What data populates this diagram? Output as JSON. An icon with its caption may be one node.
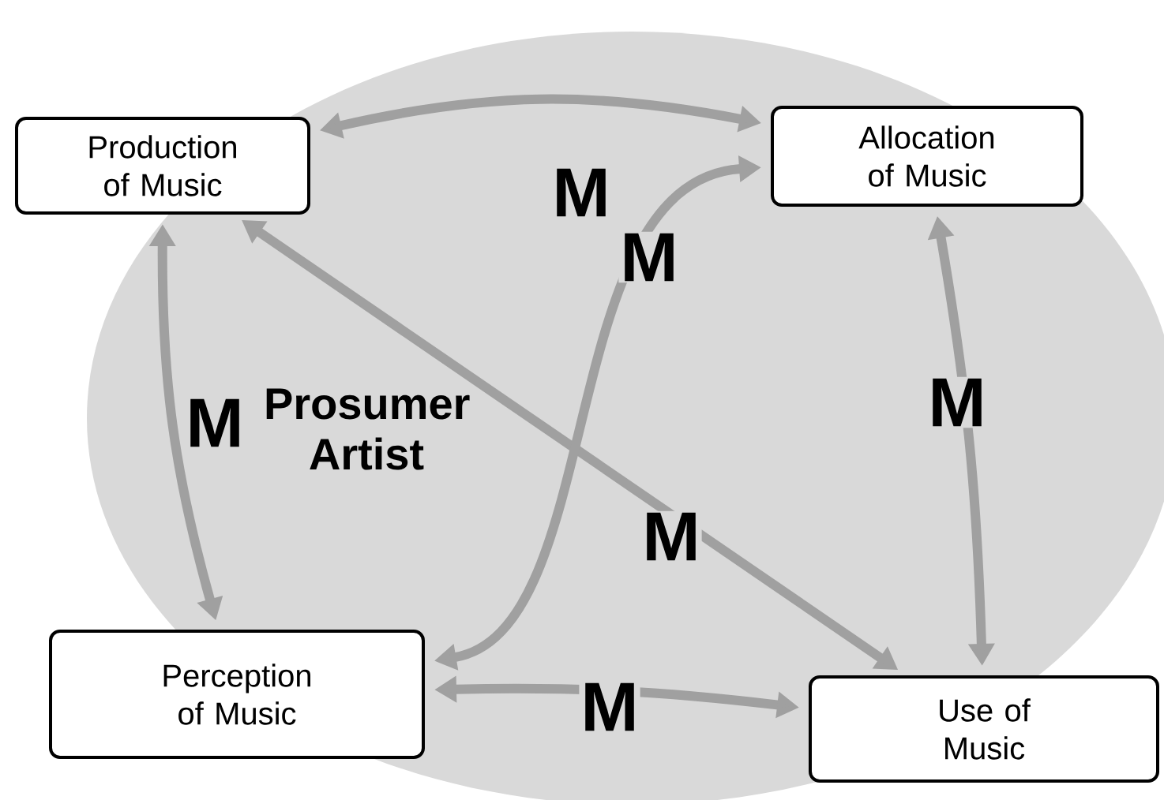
{
  "diagram": {
    "nodes": [
      {
        "text": [
          "Production of Music"
        ]
      },
      {
        "text": [
          "Allocation of Music"
        ]
      },
      {
        "text": [
          "Use of Music"
        ]
      },
      {
        "text": [
          "Perception of Music"
        ]
      },
      {
        "text": [
          "Prosumer Artist"
        ]
      }
    ],
    "edges": [
      {
        "from": 0,
        "to": 1,
        "arrow": "both",
        "label": "M"
      },
      {
        "from": 1,
        "to": 2,
        "arrow": "both",
        "label": "M"
      },
      {
        "from": 0,
        "to": 3,
        "arrow": "both",
        "label": "M"
      },
      {
        "from": 3,
        "to": 2,
        "arrow": "both",
        "label": "M"
      },
      {
        "from": 0,
        "to": 2,
        "arrow": "both",
        "label": "M"
      },
      {
        "from": 3,
        "to": 1,
        "arrow": "both",
        "label": "M"
      }
    ]
  }
}
